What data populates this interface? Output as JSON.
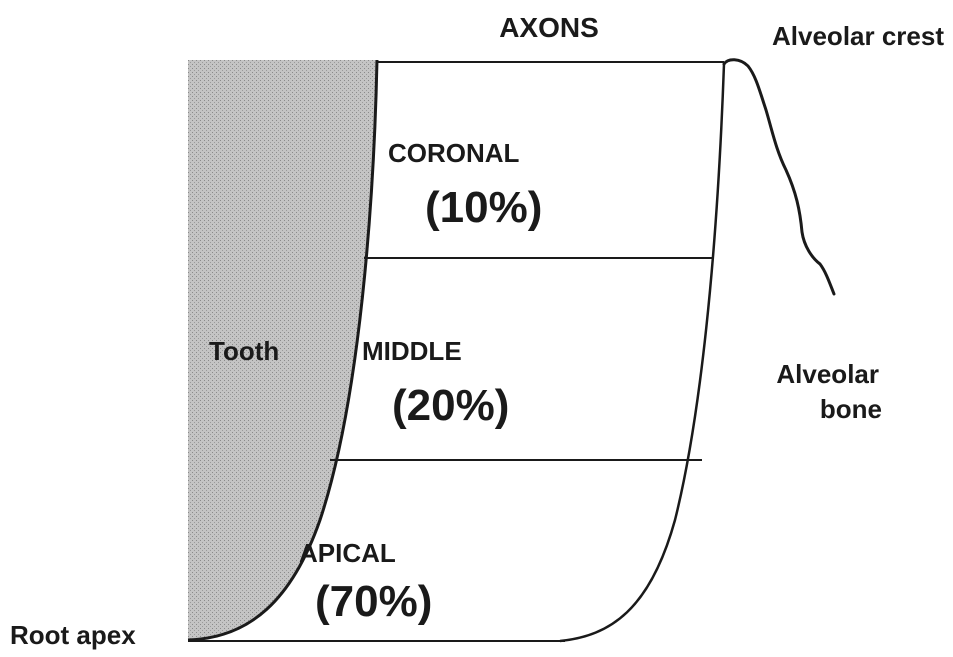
{
  "header": {
    "title": "AXONS",
    "crest_label": "Alveolar crest"
  },
  "labels": {
    "tooth": "Tooth",
    "root_apex": "Root apex",
    "bone_line1": "Alveolar",
    "bone_line2": "bone"
  },
  "regions": [
    {
      "name": "CORONAL",
      "percent": "(10%)"
    },
    {
      "name": "MIDDLE",
      "percent": "(20%)"
    },
    {
      "name": "APICAL",
      "percent": "(70%)"
    }
  ],
  "colors": {
    "ink": "#1a1a1a",
    "tooth_fill": "#b9b9b9",
    "background": "#ffffff"
  }
}
